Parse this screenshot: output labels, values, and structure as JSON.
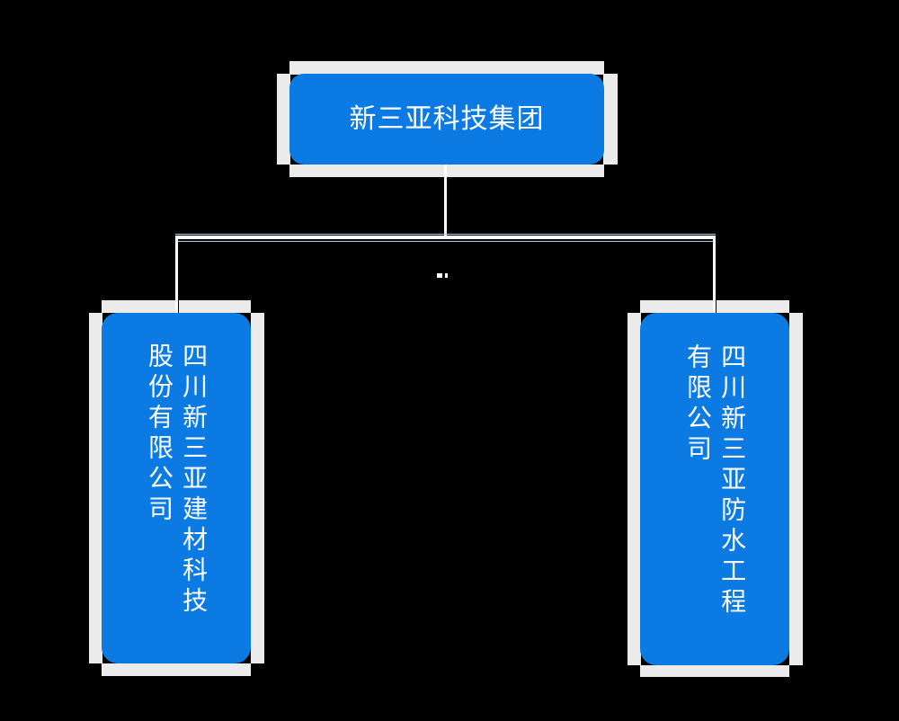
{
  "diagram": {
    "type": "organization-chart",
    "background_color": "#000000",
    "node_color": "#0c7ae3",
    "text_color": "#ffffff",
    "connector_color": "#ffffff",
    "root": {
      "label": "新三亚科技集团",
      "orientation": "horizontal"
    },
    "children": [
      {
        "label": "四川新三亚建材科技股份有限公司",
        "orientation": "vertical-rl",
        "position": "left"
      },
      {
        "label": "四川新三亚防水工程有限公司",
        "orientation": "vertical-rl",
        "position": "right"
      }
    ]
  }
}
